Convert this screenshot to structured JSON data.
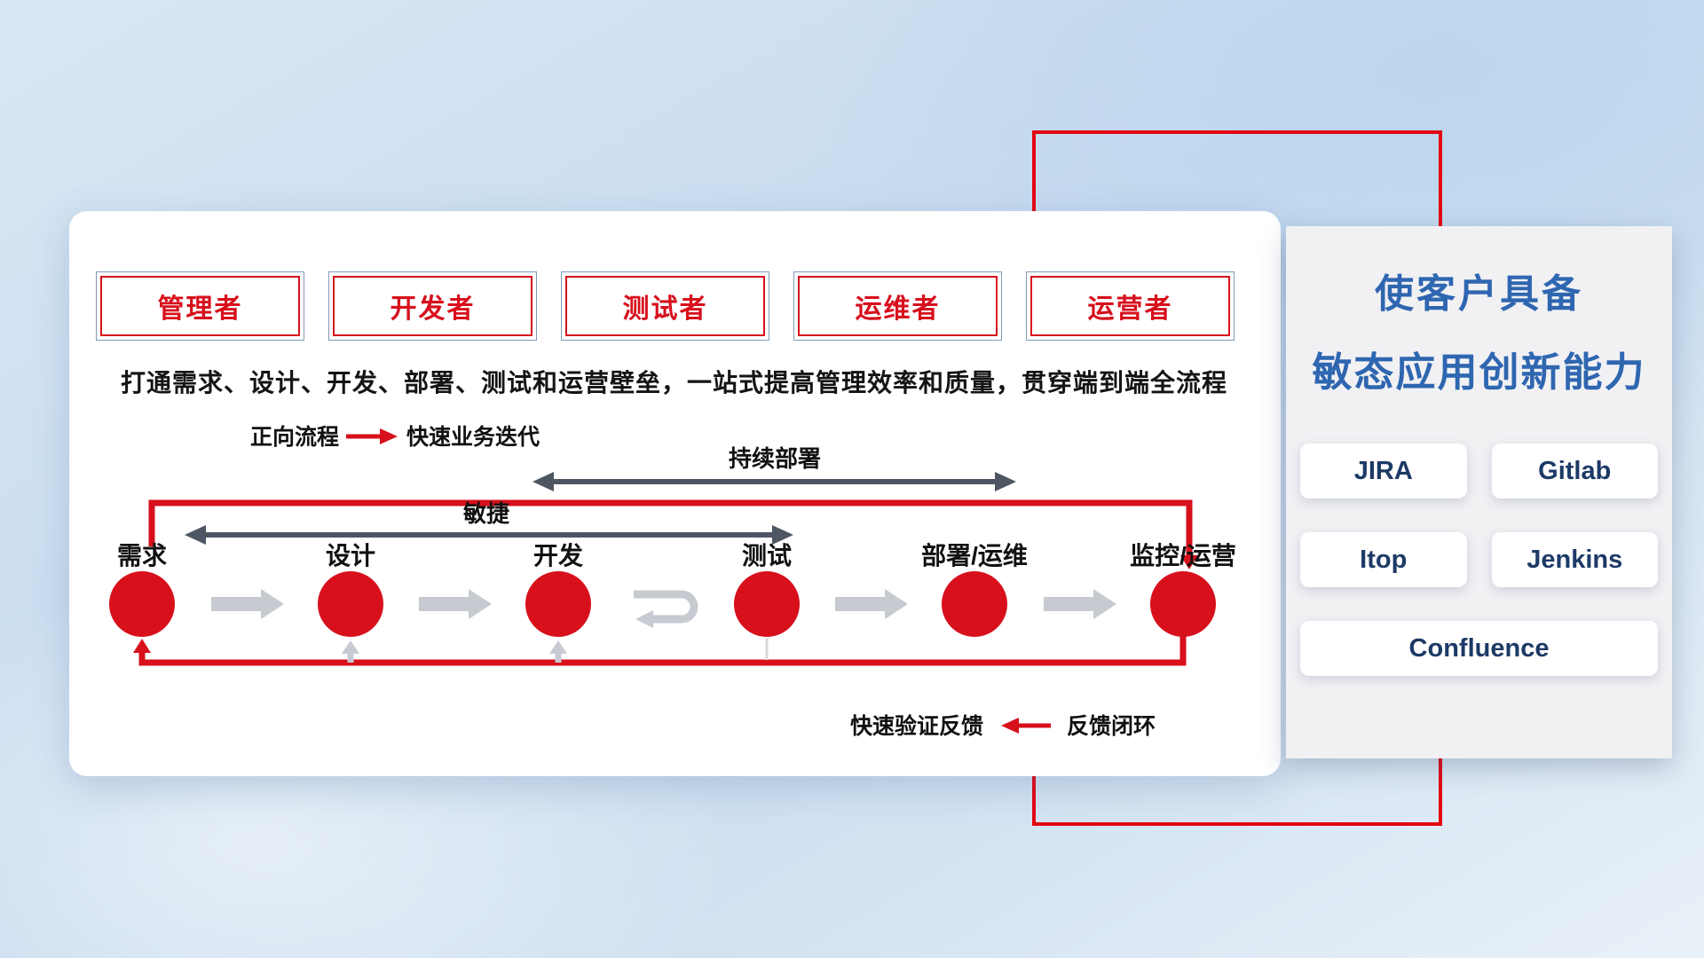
{
  "roles": [
    "管理者",
    "开发者",
    "测试者",
    "运维者",
    "运营者"
  ],
  "headline": "打通需求、设计、开发、部署、测试和运营壁垒，一站式提高管理效率和质量，贯穿端到端全流程",
  "legends": {
    "forward": {
      "label": "正向流程",
      "desc": "快速业务迭代"
    },
    "feedback": {
      "label": "快速验证反馈",
      "desc": "反馈闭环"
    }
  },
  "flow": {
    "stages": [
      "需求",
      "设计",
      "开发",
      "测试",
      "部署/运维",
      "监控/运营"
    ],
    "agile_label": "敏捷",
    "cd_label": "持续部署"
  },
  "right_panel": {
    "title_line1": "使客户具备",
    "title_line2": "敏态应用创新能力",
    "tools": [
      "JIRA",
      "Gitlab",
      "Itop",
      "Jenkins",
      "Confluence"
    ]
  },
  "colors": {
    "red": "#d7101c",
    "frame_red": "#e30613",
    "dark_arrow": "#4e5663",
    "gray_arrow": "#c7cad0",
    "title_blue": "#2e66b0",
    "tool_text_navy": "#1d3a66"
  }
}
